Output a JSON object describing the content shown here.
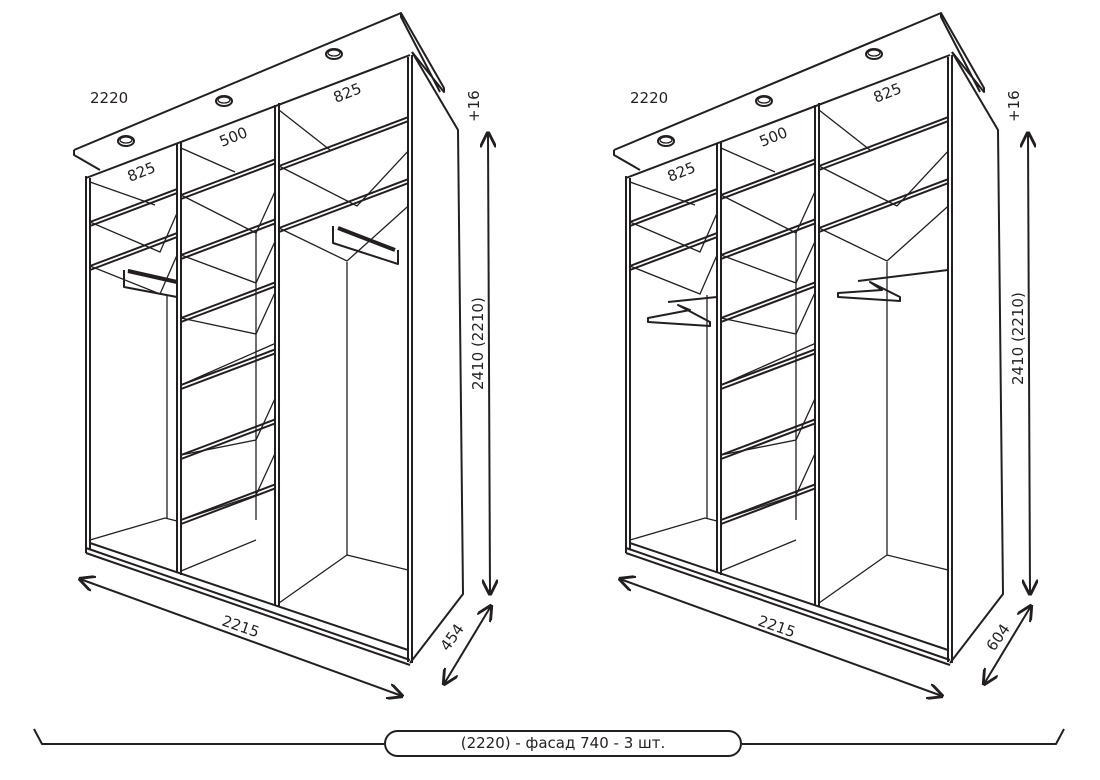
{
  "wardrobes": [
    {
      "id": "left",
      "top_width": "2220",
      "section_1": "825",
      "section_2": "500",
      "section_3": "825",
      "top_offset": "+16",
      "height": "2410 (2210)",
      "width": "2215",
      "depth": "454",
      "interior": "rods"
    },
    {
      "id": "right",
      "top_width": "2220",
      "section_1": "825",
      "section_2": "500",
      "section_3": "825",
      "top_offset": "+16",
      "height": "2410 (2210)",
      "width": "2215",
      "depth": "604",
      "interior": "hangers"
    }
  ],
  "caption": "(2220) - фасад 740 - 3 шт.",
  "colors": {
    "line": "#231f20",
    "background": "#ffffff"
  }
}
